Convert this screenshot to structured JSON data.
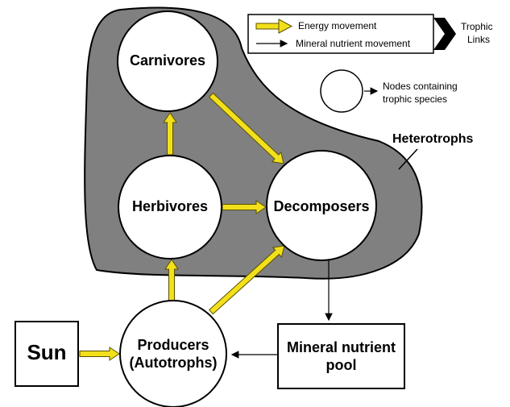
{
  "colors": {
    "energy_arrow": "#f2e01a",
    "energy_outline": "#5a5000",
    "heterotroph_region": "#808080",
    "node_fill": "#ffffff",
    "stroke": "#000000"
  },
  "legend": {
    "energy": "Energy movement",
    "mineral": "Mineral nutrient movement",
    "trophic_links_line1": "Trophic",
    "trophic_links_line2": "Links",
    "nodes_line1": "Nodes containing",
    "nodes_line2": "trophic species"
  },
  "region": {
    "label": "Heterotrophs"
  },
  "nodes": {
    "carnivores": "Carnivores",
    "herbivores": "Herbivores",
    "decomposers": "Decomposers",
    "producers_line1": "Producers",
    "producers_line2": "(Autotrophs)"
  },
  "boxes": {
    "sun": "Sun",
    "mineral_line1": "Mineral nutrient",
    "mineral_line2": "pool"
  }
}
